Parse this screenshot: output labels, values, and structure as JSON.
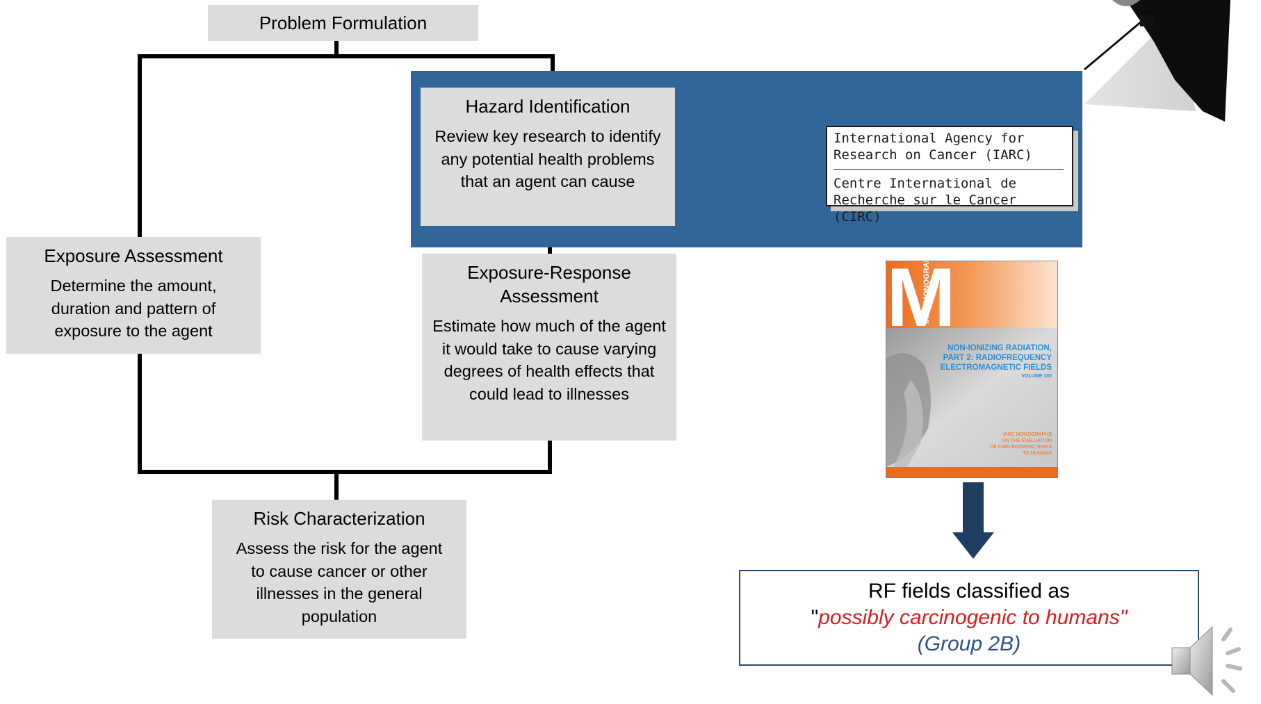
{
  "flow": {
    "problem_formulation": "Problem Formulation",
    "hazard": {
      "title": "Hazard Identification",
      "desc": "Review key research to identify any potential health problems that an agent can cause"
    },
    "exposure": {
      "title": "Exposure Assessment",
      "desc": "Determine the amount, duration and pattern of exposure to the agent"
    },
    "exposure_response": {
      "title": "Exposure-Response Assessment",
      "desc": "Estimate how much of the agent it would take to cause varying degrees of health effects that could lead to illnesses"
    },
    "risk": {
      "title": "Risk Characterization",
      "desc": "Assess the risk for the agent to cause cancer or other illnesses in the general population"
    }
  },
  "iarc_logo": {
    "line1": "International Agency for",
    "line2": "Research on Cancer (IARC)",
    "line3": "Centre International de",
    "line4": "Recherche sur le Cancer (CIRC)"
  },
  "monograph_cover": {
    "letter": "M",
    "series": "IARC MONOGRAPHS",
    "title_l1": "NON-IONIZING RADIATION,",
    "title_l2": "PART 2: RADIOFREQUENCY",
    "title_l3": "ELECTROMAGNETIC FIELDS",
    "volume": "VOLUME 102",
    "sub_l1": "IARC MONOGRAPHS",
    "sub_l2": "ON THE EVALUATION",
    "sub_l3": "OF CARCINOGENIC RISKS",
    "sub_l4": "TO HUMANS"
  },
  "result": {
    "line1": "RF fields classified as",
    "open_quote": "\"",
    "classification": "possibly carcinogenic to humans\"",
    "group": "(Group 2B)"
  },
  "colors": {
    "band_blue": "#326698",
    "box_gray": "#dcdcdc",
    "arrow_navy": "#1f3d5e",
    "classification_red": "#e0191b",
    "group_blue": "#2d5186"
  },
  "icons": [
    "umbrella-icon",
    "speaker-icon",
    "down-arrow-icon"
  ]
}
